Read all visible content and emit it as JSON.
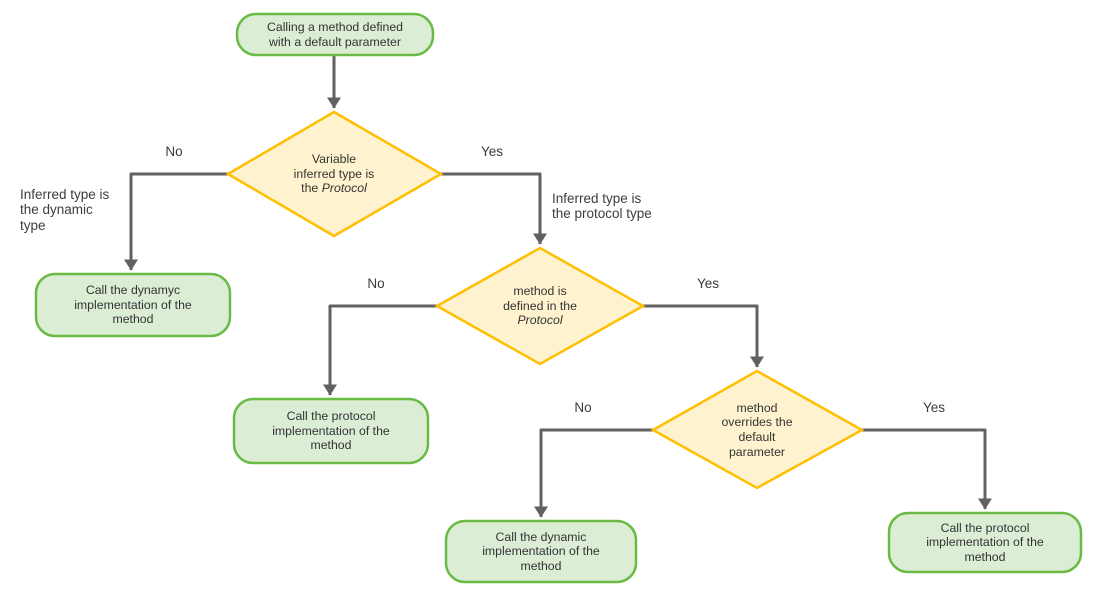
{
  "colors": {
    "edge": "#616161",
    "terminal_fill": "#dcedd5",
    "terminal_stroke": "#6abb45",
    "decision_fill": "#fff3cf",
    "decision_stroke": "#ffbf00",
    "text": "#333333"
  },
  "nodes": {
    "start": {
      "label": "Calling a method defined\nwith a default parameter"
    },
    "decision_inferred_type": {
      "text": "Variable\ninferred type is\nthe ",
      "italic": "Protocol"
    },
    "call_dynamyc": {
      "label": "Call the dynamyc\nimplementation of the\nmethod"
    },
    "decision_method_defined": {
      "text": "method is\ndefined in the\n",
      "italic": "Protocol"
    },
    "call_protocol_mid": {
      "label": "Call the protocol\nimplementation of the\nmethod"
    },
    "decision_method_overrides": {
      "label": "method\noverrides the\ndefault\nparameter"
    },
    "call_dynamic_bottom": {
      "label": "Call the dynamic\nimplementation of the\nmethod"
    },
    "call_protocol_right": {
      "label": "Call the protocol\nimplementation of the\nmethod"
    }
  },
  "edges": {
    "d1_no": "No",
    "d1_yes": "Yes",
    "d2_no": "No",
    "d2_yes": "Yes",
    "d3_no": "No",
    "d3_yes": "Yes"
  },
  "annotations": {
    "no_branch": "Inferred type is\nthe dynamic\ntype",
    "yes_branch": "Inferred type is\nthe protocol type"
  }
}
